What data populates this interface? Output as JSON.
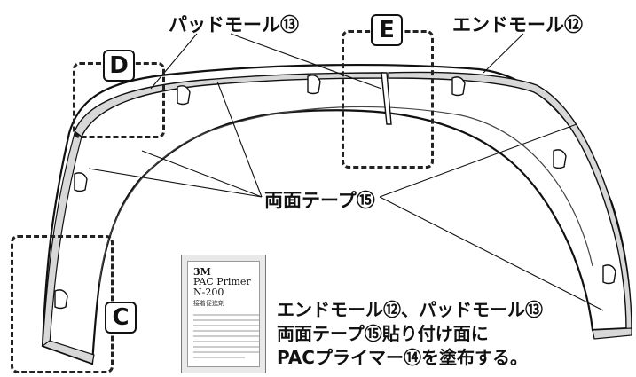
{
  "labels": {
    "pad_mold": "パッドモール⑬",
    "end_mold": "エンドモール⑫",
    "double_tape": "両面テープ⑮",
    "box_d": "D",
    "box_e": "E",
    "box_c": "C"
  },
  "product": {
    "brand": "3M",
    "name_line1": "PAC Primer",
    "name_line2": "N-200",
    "sub": "接着促進剤"
  },
  "note": {
    "line1": "エンドモール⑫、パッドモール⑬",
    "line2": "両面テープ⑮貼り付け面に",
    "line3": "PACプライマー⑭を塗布する。"
  }
}
